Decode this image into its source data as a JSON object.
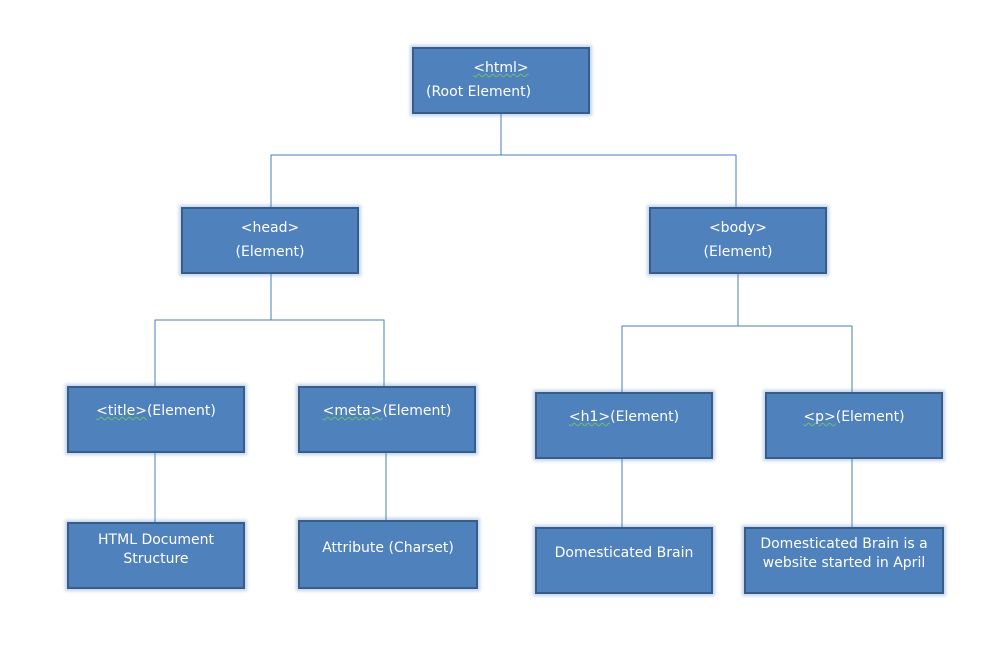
{
  "diagram": {
    "root": {
      "tag": "<html>",
      "label": "(Root Element)"
    },
    "head": {
      "tag": "<head>",
      "label": "(Element)"
    },
    "body": {
      "tag": "<body>",
      "label": "(Element)"
    },
    "title_el": {
      "tag": "<title>",
      "label": "(Element)"
    },
    "meta_el": {
      "tag": "<meta>",
      "label": "(Element)"
    },
    "h1_el": {
      "tag": "<h1>",
      "label": "(Element)"
    },
    "p_el": {
      "tag": "<p>",
      "label": "(Element)"
    },
    "title_value": "HTML Document Structure",
    "meta_value": "Attribute (Charset)",
    "h1_value": "Domesticated Brain",
    "p_value": "Domesticated Brain is a website started in April"
  },
  "colors": {
    "node_fill": "#4f81bd",
    "node_border": "#385d8a",
    "connector": "#4a7ebb",
    "text": "#ffffff"
  }
}
